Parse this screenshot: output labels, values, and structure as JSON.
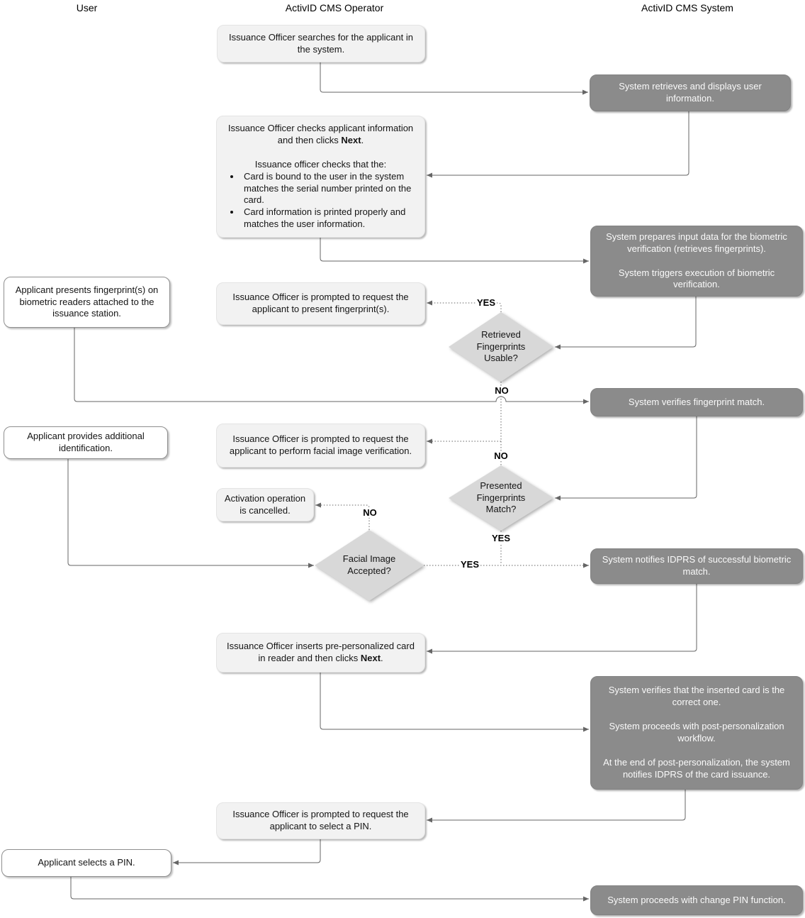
{
  "lanes": {
    "user": "User",
    "operator": "ActivID CMS Operator",
    "system": "ActivID CMS System"
  },
  "nodes": {
    "op_search": {
      "text": "Issuance Officer searches for the applicant in the system."
    },
    "sys_retrieve": {
      "text": "System retrieves and displays user information."
    },
    "op_check": {
      "p1_pre": "Issuance Officer checks applicant information and then clicks ",
      "p1_bold": "Next",
      "p1_post": ".",
      "p2": "Issuance officer checks that the:",
      "bullets": [
        "Card is bound to the user in the system matches the serial number printed on the card.",
        "Card information is printed properly and matches the user information."
      ]
    },
    "sys_prepare": {
      "p1": "System prepares input data for the biometric verification (retrieves fingerprints).",
      "p2": "System triggers execution of biometric verification."
    },
    "user_fingerprint": {
      "text": "Applicant presents fingerprint(s) on biometric readers attached to the issuance station."
    },
    "op_prompt_fp": {
      "text": "Issuance Officer is prompted to request the applicant to present fingerprint(s)."
    },
    "d_retrieved": {
      "text": "Retrieved Fingerprints Usable?"
    },
    "sys_verify_fp": {
      "text": "System verifies fingerprint match."
    },
    "user_additional": {
      "text": "Applicant provides additional identification."
    },
    "op_prompt_facial": {
      "text": "Issuance Officer is prompted to request the applicant to perform facial image verification."
    },
    "op_cancel": {
      "text": "Activation operation is cancelled."
    },
    "d_presented": {
      "text": "Presented Fingerprints Match?"
    },
    "d_facial": {
      "text": "Facial Image Accepted?"
    },
    "sys_notify": {
      "text": "System notifies IDPRS of successful biometric match."
    },
    "op_insert": {
      "pre": "Issuance Officer inserts pre-personalized card in reader and then clicks ",
      "bold": "Next",
      "post": "."
    },
    "sys_postperso": {
      "p1": "System verifies that the inserted card is the correct one.",
      "p2": "System proceeds with post-personalization workflow.",
      "p3": "At the end of post-personalization, the system notifies IDPRS of the card issuance."
    },
    "op_prompt_pin": {
      "text": "Issuance Officer is prompted to request the applicant to select a PIN."
    },
    "user_pin": {
      "text": "Applicant selects a PIN."
    },
    "sys_change_pin": {
      "text": "System proceeds with change PIN function."
    }
  },
  "edge_labels": {
    "yes_retrieved": "YES",
    "no_retrieved": "NO",
    "no_presented": "NO",
    "yes_presented": "YES",
    "yes_facial": "YES",
    "no_facial": "NO"
  },
  "colors": {
    "operator_box": "#f2f2f2",
    "system_box": "#8b8b8b",
    "system_text": "#fafafa",
    "user_box_border": "#8f8f8f",
    "diamond": "#d8d8d8",
    "connector": "#666666"
  }
}
